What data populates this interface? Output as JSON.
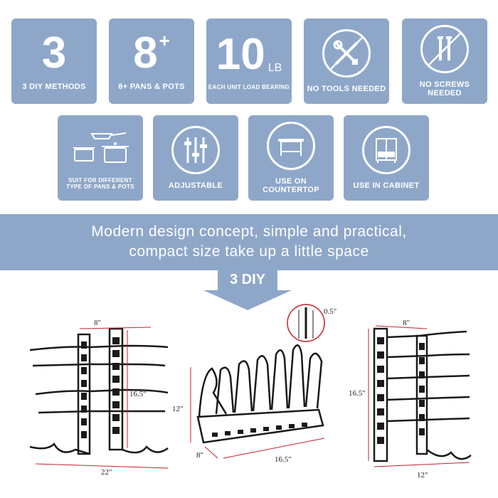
{
  "features_row1": [
    {
      "value": "3",
      "label": "3 DIY METHODS"
    },
    {
      "value": "8",
      "sup": "+",
      "label": "8+ PANS & POTS"
    },
    {
      "value": "10",
      "unit": "LB",
      "label": "EACH UNIT LOAD BEARING"
    },
    {
      "icon": "no-tools-icon",
      "label": "NO TOOLS NEEDED"
    },
    {
      "icon": "no-screws-icon",
      "label": "NO SCREWS NEEDED"
    }
  ],
  "features_row2": [
    {
      "icon": "pans-pots-icon",
      "label": "SUIT FOR DIFFERENT TYPE OF PANS & POTS"
    },
    {
      "icon": "adjustable-icon",
      "label": "ADJUSTABLE"
    },
    {
      "icon": "countertop-icon",
      "label": "USE ON COUNTERTOP"
    },
    {
      "icon": "cabinet-icon",
      "label": "USE IN CABINET"
    }
  ],
  "banner": {
    "line1": "Modern design concept,  simple and practical,",
    "line2": "compact size take up a little space"
  },
  "diy_label": "3 DIY",
  "dimensions": {
    "left": {
      "top": "8\"",
      "height": "16.5\"",
      "bottom": "22\""
    },
    "center": {
      "detail": "0.5\"",
      "height": "12\"",
      "depth": "8\"",
      "length": "16.5\""
    },
    "right": {
      "top": "8\"",
      "height": "16.5\"",
      "bottom": "12\""
    }
  },
  "colors": {
    "tile": "#8ea7c9",
    "accent_red": "#c8202a",
    "rack": "#1a1a1a"
  }
}
